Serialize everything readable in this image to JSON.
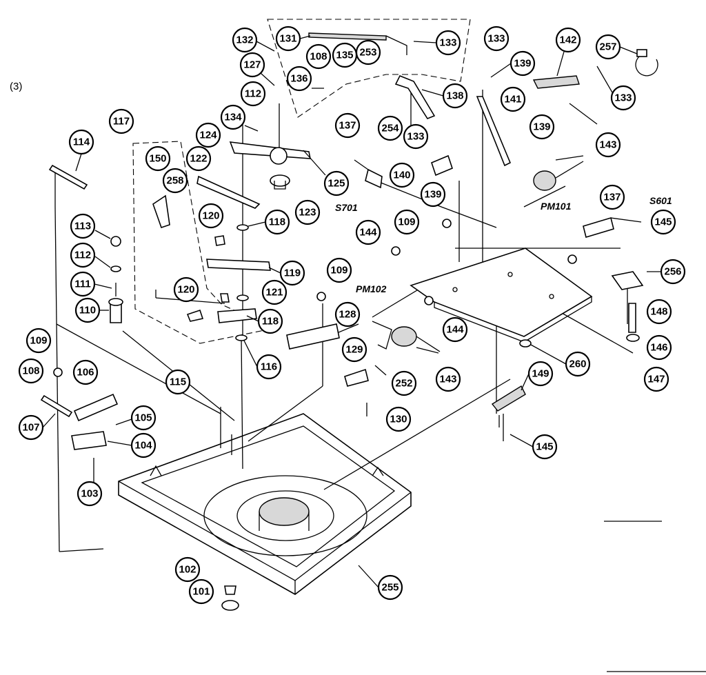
{
  "section_label": "(3)",
  "reference_labels": [
    "S701",
    "PM101",
    "S601",
    "PM102"
  ],
  "part_labels": [
    "132",
    "131",
    "133",
    "127",
    "108",
    "135",
    "253",
    "136",
    "112",
    "138",
    "133",
    "139",
    "142",
    "257",
    "133",
    "117",
    "114",
    "134",
    "124",
    "122",
    "125",
    "150",
    "258",
    "123",
    "137",
    "254",
    "133",
    "141",
    "140",
    "139",
    "139",
    "143",
    "118",
    "120",
    "113",
    "112",
    "119",
    "109",
    "144",
    "137",
    "145",
    "111",
    "120",
    "121",
    "109",
    "256",
    "110",
    "118",
    "128",
    "148",
    "144",
    "146",
    "116",
    "109",
    "108",
    "106",
    "129",
    "143",
    "147",
    "252",
    "260",
    "115",
    "105",
    "107",
    "104",
    "130",
    "149",
    "103",
    "145",
    "102",
    "101",
    "255"
  ]
}
